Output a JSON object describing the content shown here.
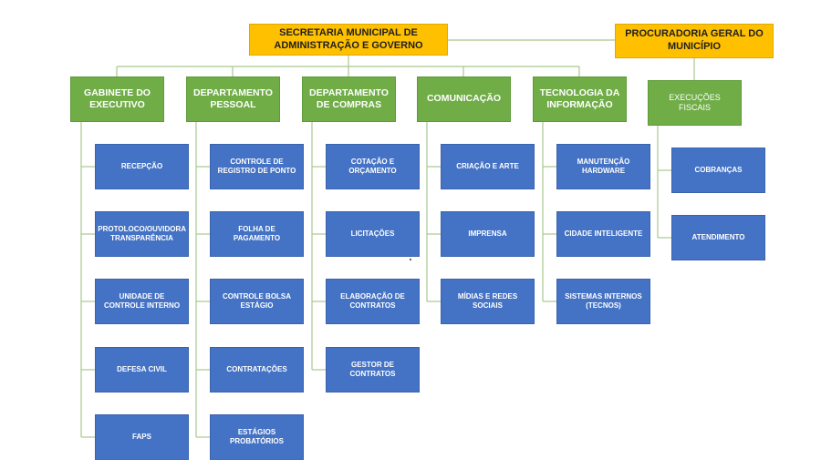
{
  "top": {
    "secretaria": "SECRETARIA MUNICIPAL DE ADMINISTRAÇÃO E GOVERNO",
    "procuradoria": "PROCURADORIA GERAL DO MUNICÍPIO"
  },
  "departments": [
    {
      "title": "GABINETE DO EXECUTIVO",
      "items": [
        "RECEPÇÃO",
        "PROTOLOCO/OUVIDORA TRANSPARÊNCIA",
        "UNIDADE DE CONTROLE INTERNO",
        "DEFESA CIVIL",
        "FAPS"
      ]
    },
    {
      "title": "DEPARTAMENTO PESSOAL",
      "items": [
        "CONTROLE DE REGISTRO DE PONTO",
        "FOLHA DE PAGAMENTO",
        "CONTROLE BOLSA ESTÁGIO",
        "CONTRATAÇÕES",
        "ESTÁGIOS PROBATÓRIOS"
      ]
    },
    {
      "title": "DEPARTAMENTO DE COMPRAS",
      "items": [
        "COTAÇÃO E ORÇAMENTO",
        "LICITAÇÕES",
        "ELABORAÇÃO DE CONTRATOS",
        "GESTOR DE CONTRATOS"
      ]
    },
    {
      "title": "COMUNICAÇÃO",
      "items": [
        "CRIAÇÃO E ARTE",
        "IMPRENSA",
        "MÍDIAS E REDES SOCIAIS"
      ]
    },
    {
      "title": "TECNOLOGIA DA INFORMAÇÃO",
      "items": [
        "MANUTENÇÃO HARDWARE",
        "CIDADE INTELIGENTE",
        "SISTEMAS INTERNOS (TECNOS)"
      ]
    }
  ],
  "procuradoria_branch": {
    "title": "EXECUÇÕES FISCAIS",
    "items": [
      "COBRANÇAS",
      "ATENDIMENTO"
    ]
  },
  "colors": {
    "yellow": "#ffc000",
    "green": "#70ad47",
    "blue": "#4472c4",
    "connector": "#a9c78e"
  }
}
